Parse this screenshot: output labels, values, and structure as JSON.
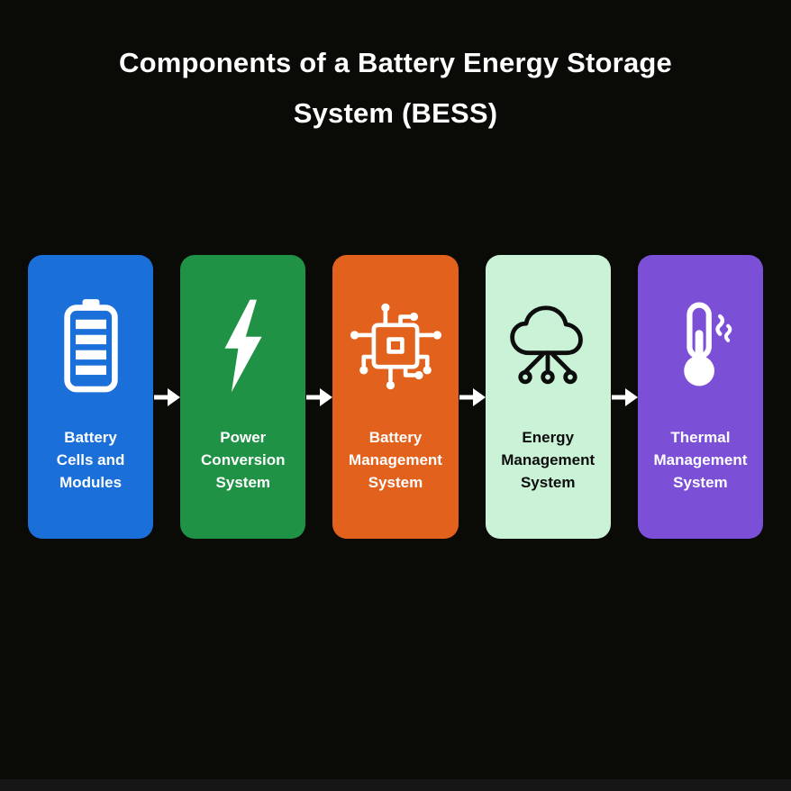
{
  "title": "Components of a Battery Energy Storage System (BESS)",
  "colors": {
    "background": "#0a0a07",
    "arrow": "#ffffff",
    "title": "#ffffff",
    "footer_bar": "#161616"
  },
  "cards": [
    {
      "label": "Battery\nCells and\nModules",
      "icon": "battery-icon",
      "color": "#1a70d8",
      "text_color": "#ffffff"
    },
    {
      "label": "Power\nConversion\nSystem",
      "icon": "lightning-icon",
      "color": "#1f9245",
      "text_color": "#ffffff"
    },
    {
      "label": "Battery\nManagement\nSystem",
      "icon": "circuit-icon",
      "color": "#e2611c",
      "text_color": "#ffffff"
    },
    {
      "label": "Energy\nManagement\nSystem",
      "icon": "cloud-network-icon",
      "color": "#c9f2d7",
      "text_color": "#0d0d0d"
    },
    {
      "label": "Thermal\nManagement\nSystem",
      "icon": "thermometer-icon",
      "color": "#7b4fd6",
      "text_color": "#ffffff"
    }
  ]
}
